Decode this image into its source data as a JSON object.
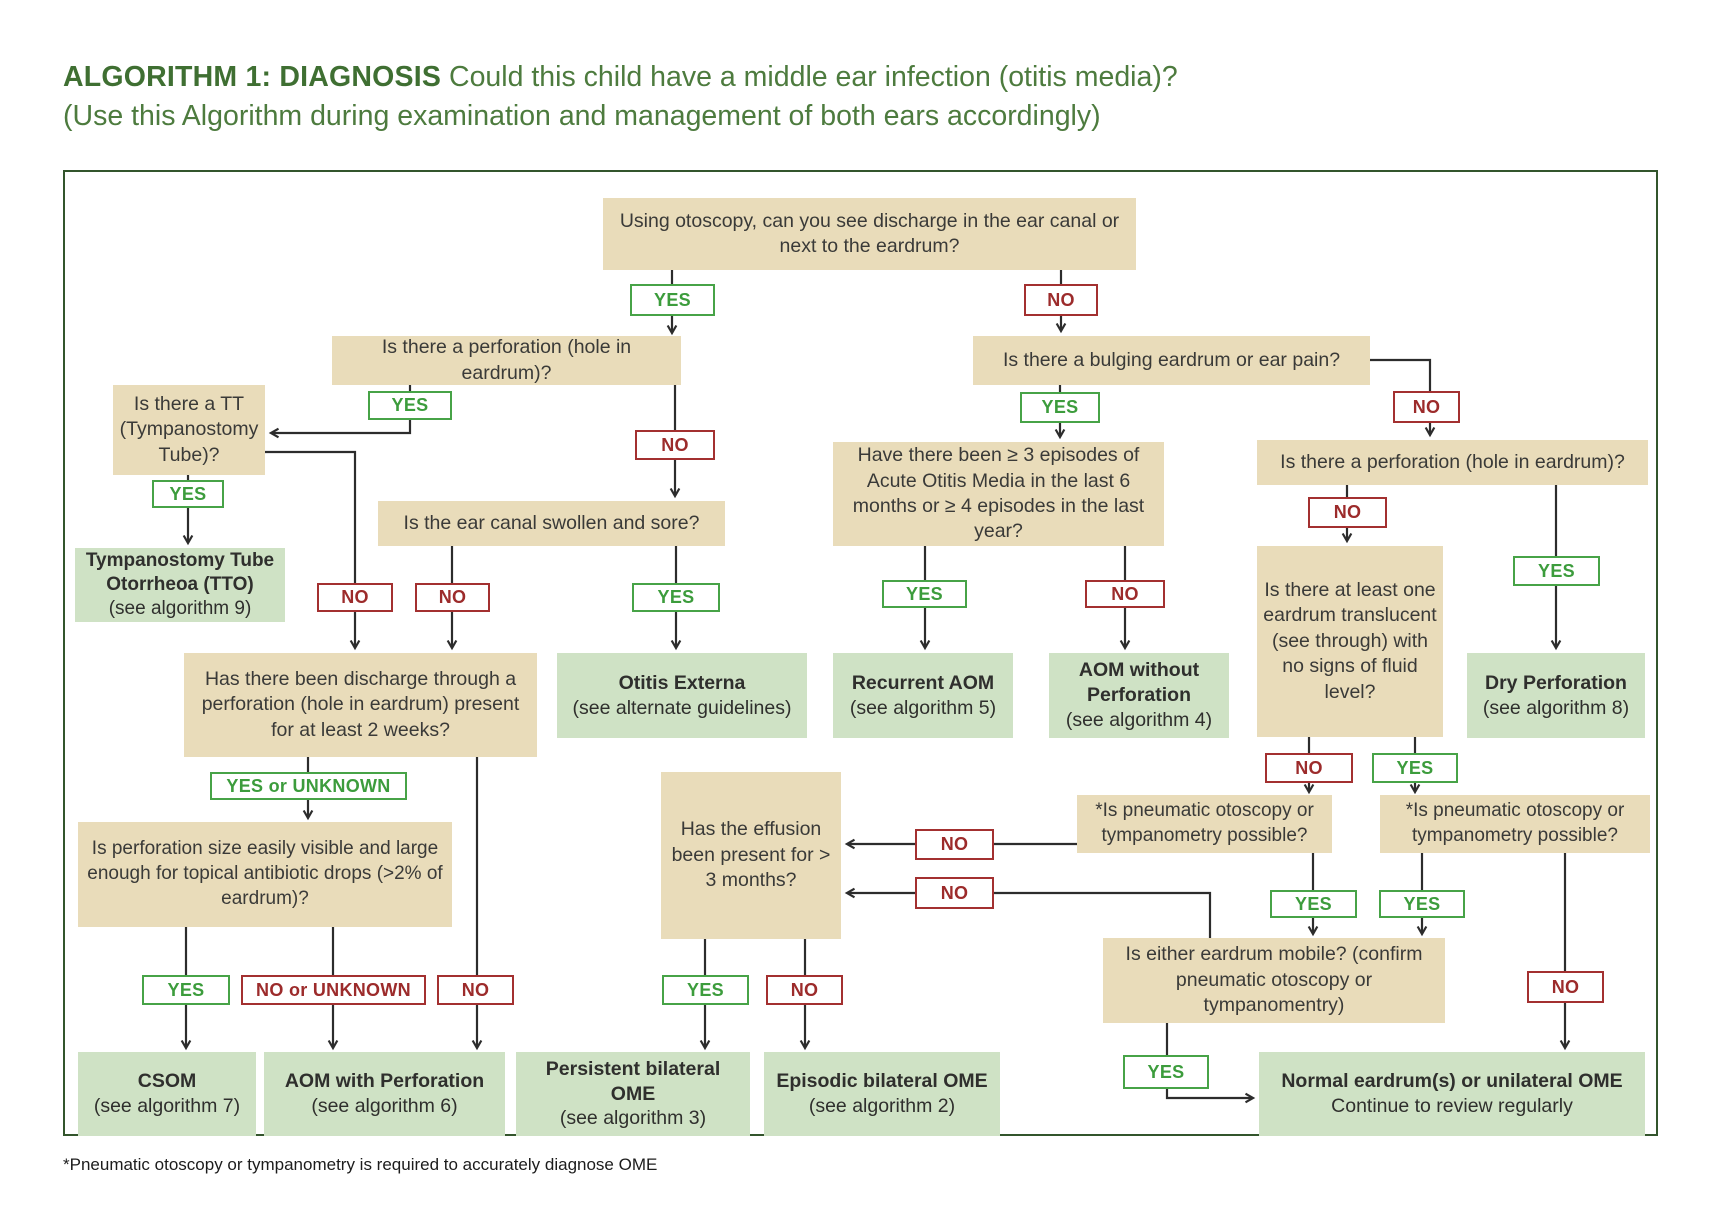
{
  "title": {
    "bold": "ALGORITHM 1: DIAGNOSIS",
    "rest": " Could this child have a middle ear infection (otitis media)?",
    "line2": "(Use this Algorithm during examination and management of both ears accordingly)"
  },
  "lex": {
    "yes": "YES",
    "no": "NO",
    "yes_or_unknown": "YES or UNKNOWN",
    "no_or_unknown": "NO or UNKNOWN"
  },
  "questions": {
    "otoscopy": "Using otoscopy, can you see discharge in the ear canal or next to the eardrum?",
    "perf_left": "Is there a perforation (hole in eardrum)?",
    "bulging": "Is there a bulging eardrum or ear pain?",
    "tt": "Is there a TT (Tympanostomy Tube)?",
    "episodes": "Have there been ≥ 3 episodes of Acute Otitis Media in the last 6 months or ≥ 4 episodes in the last year?",
    "perf_right": "Is there a perforation (hole in eardrum)?",
    "swollen": "Is the ear canal swollen and sore?",
    "translucent": "Is there at least one eardrum translucent (see through) with no signs of fluid level?",
    "discharge": "Has there been discharge through a perforation (hole in eardrum) present for at least 2 weeks?",
    "effusion": "Has the effusion been present for > 3 months?",
    "perfsize": "Is perforation size easily visible and large enough for topical antibiotic drops (>2% of eardrum)?",
    "pneu_left": "*Is pneumatic otoscopy or tympanometry possible?",
    "pneu_right": "*Is pneumatic otoscopy or tympanometry possible?",
    "mobile": "Is either eardrum mobile? (confirm pneumatic otoscopy or tympanomentry)"
  },
  "outcomes": {
    "tto": {
      "title": "Tympanostomy Tube Otorrheoa (TTO)",
      "sub": "(see algorithm 9)"
    },
    "otitis_ext": {
      "title": "Otitis Externa",
      "sub": "(see alternate guidelines)"
    },
    "recurrent": {
      "title": "Recurrent AOM",
      "sub": "(see algorithm 5)"
    },
    "aom_no_perf": {
      "title": "AOM without Perforation",
      "sub": "(see algorithm 4)"
    },
    "dry_perf": {
      "title": "Dry Perforation",
      "sub": "(see algorithm 8)"
    },
    "csom": {
      "title": "CSOM",
      "sub": "(see algorithm 7)"
    },
    "aom_perf": {
      "title": "AOM with Perforation",
      "sub": "(see algorithm 6)"
    },
    "persistent": {
      "title": "Persistent bilateral OME",
      "sub": "(see algorithm 3)"
    },
    "episodic": {
      "title": "Episodic bilateral OME",
      "sub": "(see algorithm 2)"
    },
    "normal": {
      "title": "Normal eardrum(s) or unilateral OME",
      "sub": "Continue to review regularly"
    }
  },
  "footnote": "*Pneumatic otoscopy or tympanometry is required to accurately diagnose OME",
  "colors": {
    "question_fill": "#e9dcba",
    "outcome_fill": "#cfe2c5",
    "yes_green": "#47a347",
    "no_red": "#a33030",
    "frame_green": "#33552c",
    "title_green": "#4d7b3e",
    "line": "#2c2c2c"
  }
}
